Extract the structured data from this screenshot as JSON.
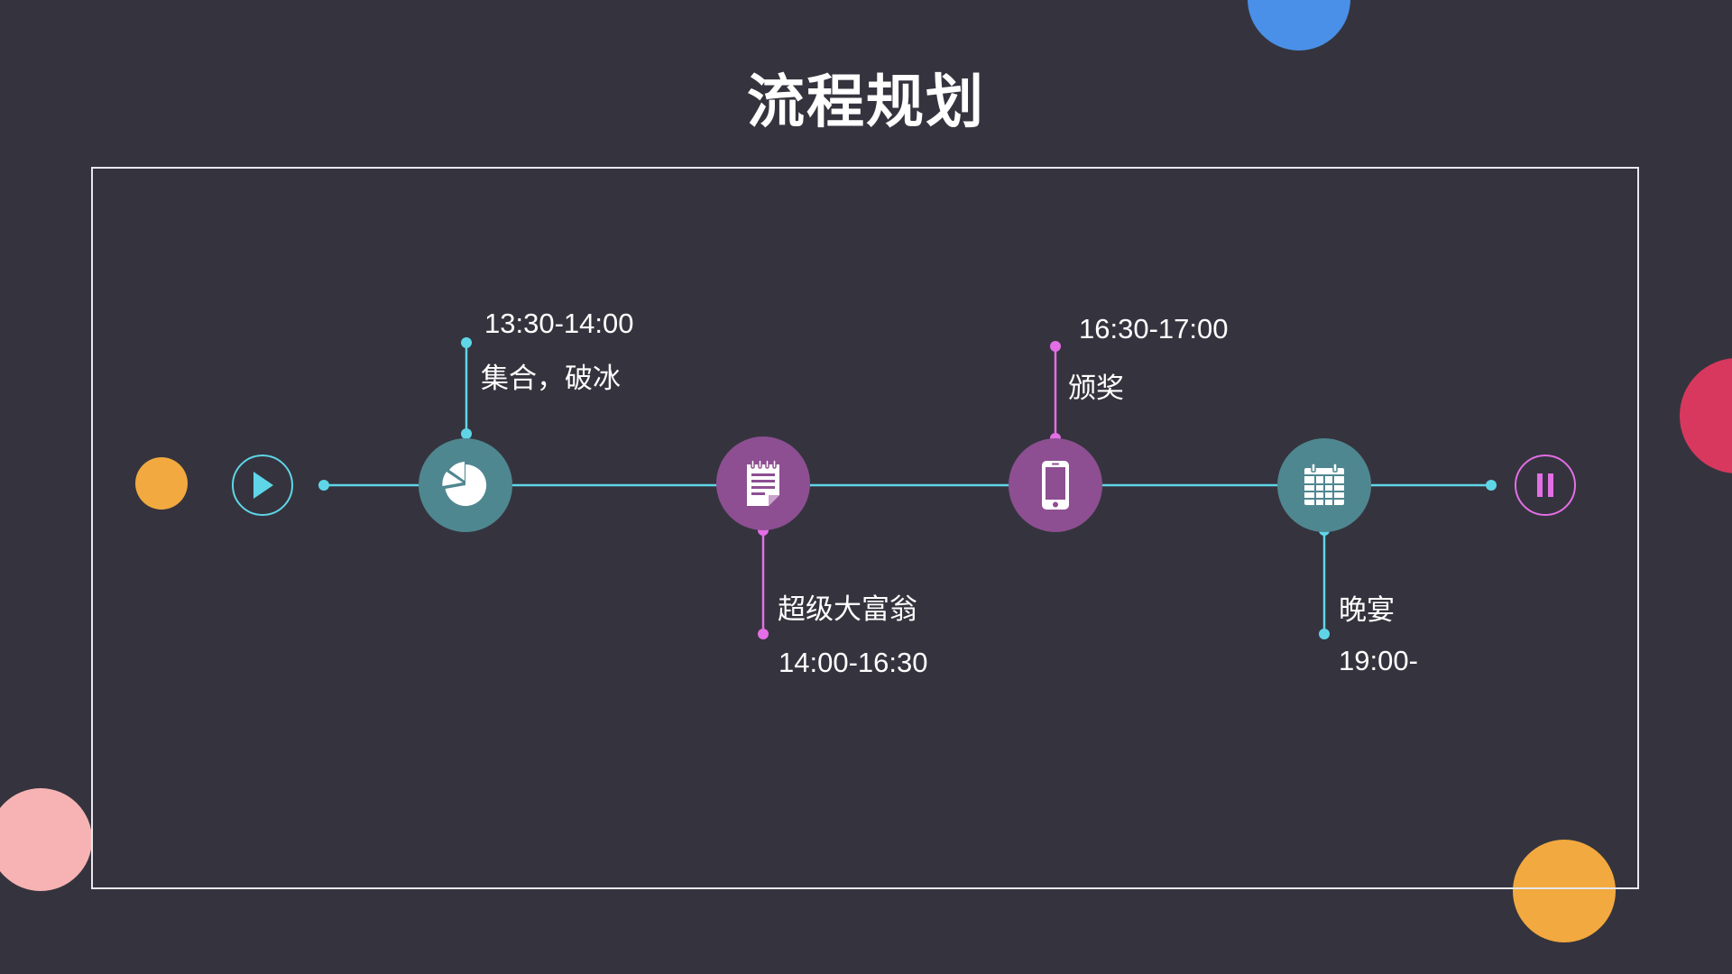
{
  "slide": {
    "title": "流程规划"
  },
  "colors": {
    "background": "#35343e",
    "frame": "#e8e8ee",
    "line_cyan": "#5fd6e8",
    "line_pink": "#e46ee6",
    "node_teal": "#4f8790",
    "node_purple": "#8d4f92",
    "deco_blue": "#4a90e8",
    "deco_red": "#d9385e",
    "deco_pink": "#f7b3b3",
    "deco_orange": "#f2a93f"
  },
  "controls": {
    "start_icon": "play-icon",
    "end_icon": "pause-icon"
  },
  "events": [
    {
      "time": "13:30-14:00",
      "name": "集合，破冰",
      "icon": "pie-chart-icon",
      "position": "above"
    },
    {
      "time": "14:00-16:30",
      "name": "超级大富翁",
      "icon": "notepad-icon",
      "position": "below"
    },
    {
      "time": "16:30-17:00",
      "name": "颁奖",
      "icon": "smartphone-icon",
      "position": "above"
    },
    {
      "time": "19:00-",
      "name": "晚宴",
      "icon": "calendar-icon",
      "position": "below"
    }
  ]
}
